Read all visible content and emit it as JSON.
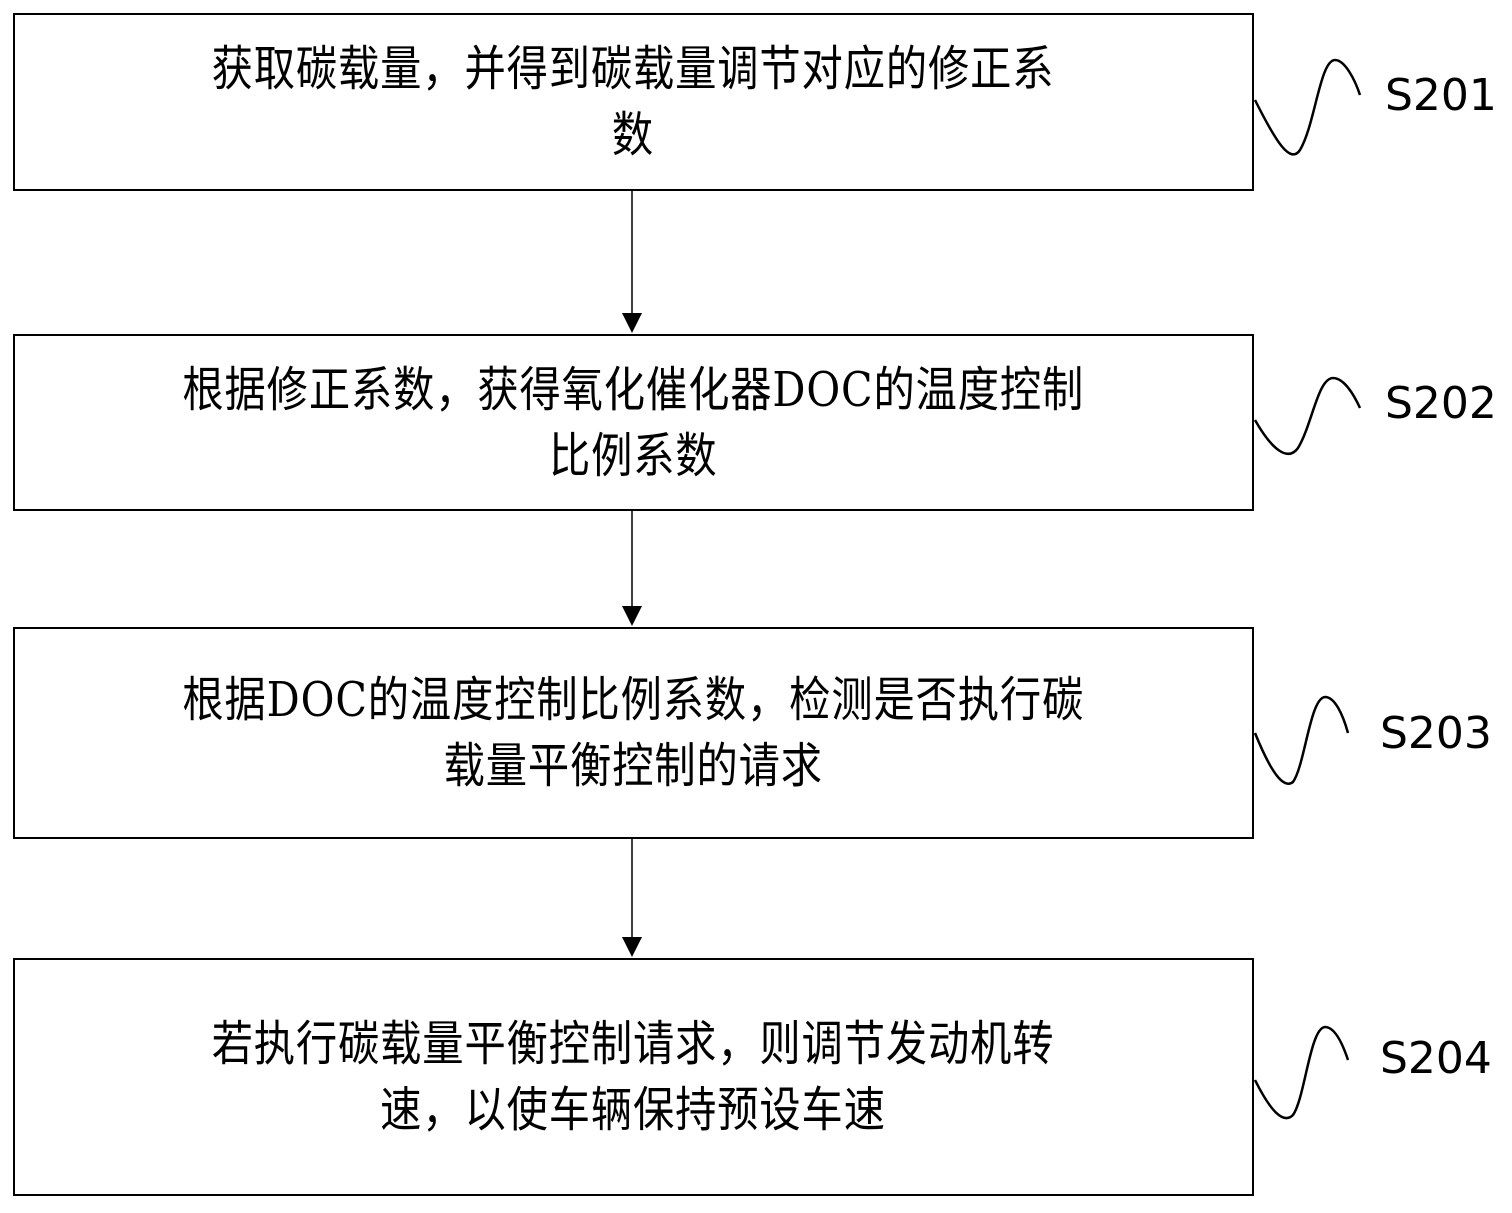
{
  "steps": [
    {
      "id": "S201",
      "text": "获取碳载量，并得到碳载量调节对应的修正系\n数",
      "label": "S201"
    },
    {
      "id": "S202",
      "text": "根据修正系数，获得氧化催化器DOC的温度控制\n比例系数",
      "label": "S202"
    },
    {
      "id": "S203",
      "text": "根据DOC的温度控制比例系数，检测是否执行碳\n载量平衡控制的请求",
      "label": "S203"
    },
    {
      "id": "S204",
      "text": "若执行碳载量平衡控制请求，则调节发动机转\n速，以使车辆保持预设车速",
      "label": "S204"
    }
  ],
  "connections": [
    {
      "from": "S201",
      "to": "S202"
    },
    {
      "from": "S202",
      "to": "S203"
    },
    {
      "from": "S203",
      "to": "S204"
    }
  ]
}
